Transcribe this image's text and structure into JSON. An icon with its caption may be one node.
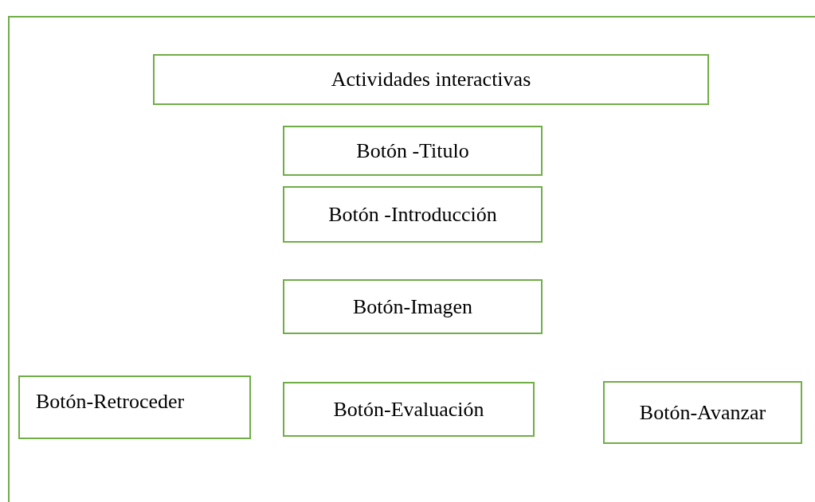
{
  "diagram": {
    "nodes": [
      {
        "text": [],
        "shape": "box"
      },
      {
        "text": [
          "Actividades interactivas"
        ],
        "in": 0
      },
      {
        "text": [
          "Botón -Titulo"
        ],
        "in": 0
      },
      {
        "text": [
          "Botón -Introducción"
        ],
        "in": 0
      },
      {
        "text": [
          "Botón-Imagen"
        ],
        "in": 0
      },
      {
        "text": [
          "Botón-Retroceder"
        ],
        "in": 0
      },
      {
        "text": [
          "Botón-Evaluación"
        ],
        "in": 0
      },
      {
        "text": [
          "Botón-Avanzar"
        ],
        "in": 0
      }
    ]
  }
}
